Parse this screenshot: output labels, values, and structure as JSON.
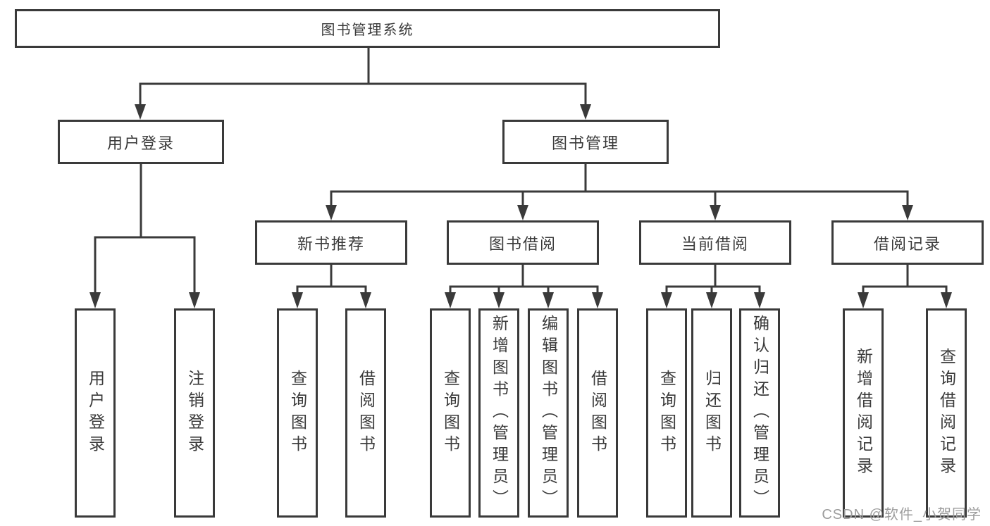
{
  "nodes": {
    "root": "图书管理系统",
    "user_login": "用户登录",
    "book_mgmt": "图书管理",
    "new_books": "新书推荐",
    "book_borrow": "图书借阅",
    "current_borrow": "当前借阅",
    "borrow_records": "借阅记录"
  },
  "leaves": {
    "user_login": [
      "用户登录",
      "注销登录"
    ],
    "new_books": [
      "查询图书",
      "借阅图书"
    ],
    "book_borrow": [
      "查询图书",
      "新增图书（管理员）",
      "编辑图书（管理员）",
      "借阅图书"
    ],
    "current_borrow": [
      "查询图书",
      "归还图书",
      "确认归还（管理员）"
    ],
    "borrow_records": [
      "新增借阅记录",
      "查询借阅记录"
    ]
  },
  "watermark": {
    "text": "CSDN @软件_小贺同学"
  },
  "colors": {
    "line": "#3a3a3a",
    "text": "#3a3a3a",
    "box_background": "#ffffff",
    "page_background": "#ffffff",
    "watermark": "#9c9c9c"
  }
}
